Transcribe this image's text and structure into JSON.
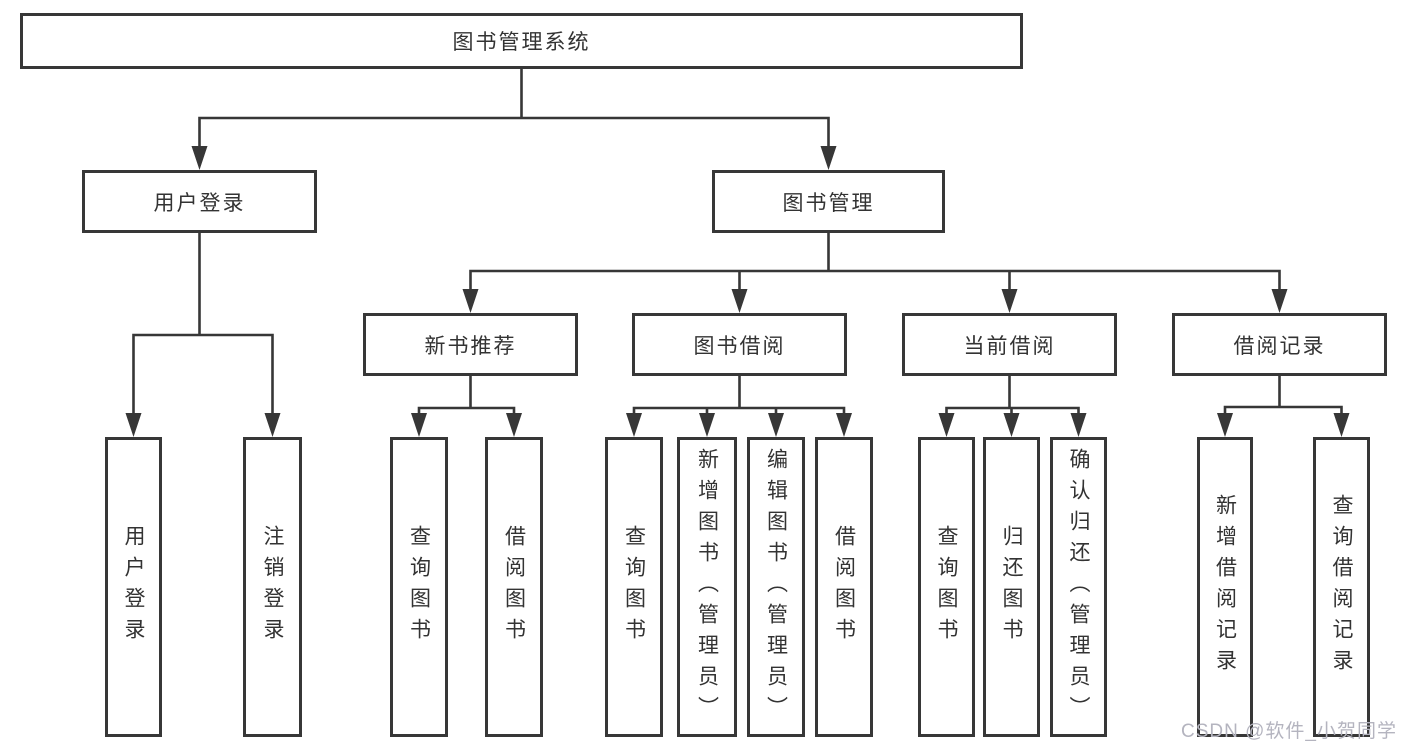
{
  "colors": {
    "line": "#373737",
    "text": "#333333",
    "bg": "#ffffff",
    "watermark": "#b4b4bf"
  },
  "watermark": "CSDN @软件_小贺同学",
  "tree": {
    "root": "图书管理系统",
    "branches": [
      {
        "label": "用户登录",
        "children": [
          {
            "label": "用户登录"
          },
          {
            "label": "注销登录"
          }
        ]
      },
      {
        "label": "图书管理",
        "children": [
          {
            "label": "新书推荐",
            "children": [
              {
                "label": "查询图书"
              },
              {
                "label": "借阅图书"
              }
            ]
          },
          {
            "label": "图书借阅",
            "children": [
              {
                "label": "查询图书"
              },
              {
                "label": "新增图书（管理员）"
              },
              {
                "label": "编辑图书（管理员）"
              },
              {
                "label": "借阅图书"
              }
            ]
          },
          {
            "label": "当前借阅",
            "children": [
              {
                "label": "查询图书"
              },
              {
                "label": "归还图书"
              },
              {
                "label": "确认归还（管理员）"
              }
            ]
          },
          {
            "label": "借阅记录",
            "children": [
              {
                "label": "新增借阅记录"
              },
              {
                "label": "查询借阅记录"
              }
            ]
          }
        ]
      }
    ]
  }
}
